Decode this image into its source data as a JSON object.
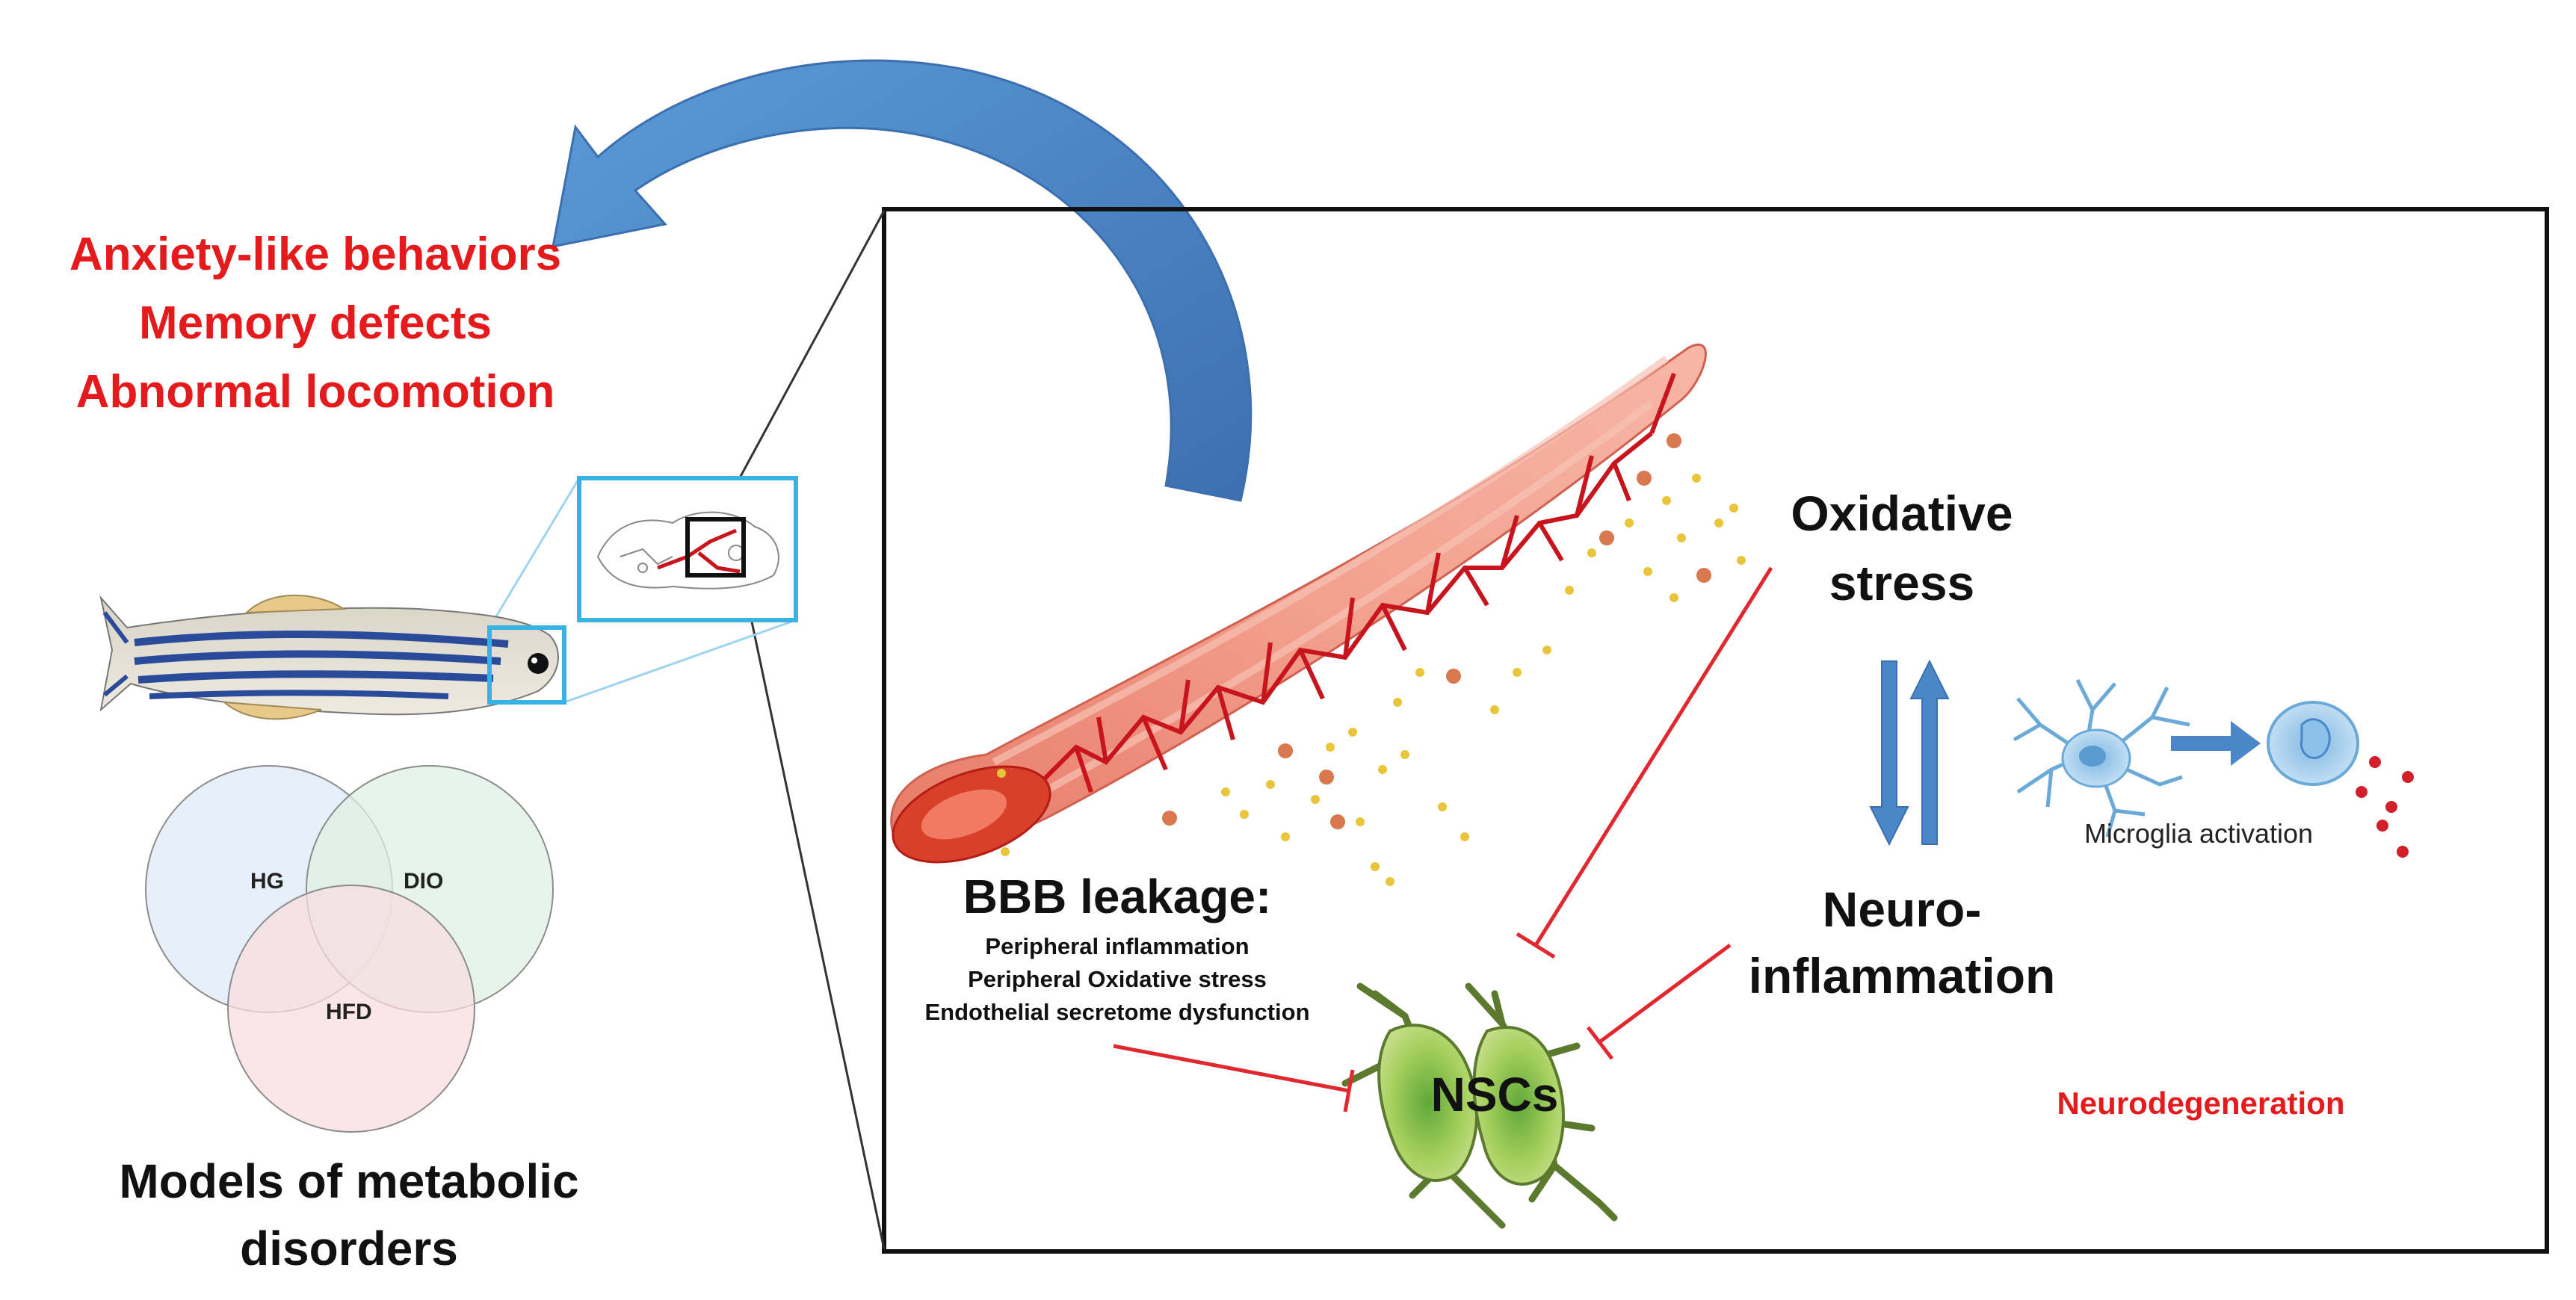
{
  "symptoms": {
    "line1": "Anxiety-like behaviors",
    "line2": "Memory defects",
    "line3": "Abnormal locomotion"
  },
  "models": {
    "venn_labels": {
      "a": "HG",
      "b": "DIO",
      "c": "HFD"
    },
    "caption_line1": "Models of metabolic",
    "caption_line2": "disorders"
  },
  "bbb": {
    "title": "BBB leakage:",
    "items": [
      "Peripheral inflammation",
      "Peripheral Oxidative stress",
      "Endothelial secretome dysfunction"
    ]
  },
  "oxidative": {
    "line1": "Oxidative",
    "line2": "stress"
  },
  "neuro": {
    "line1": "Neuro-",
    "line2": "inflammation"
  },
  "microglia": {
    "label": "Microglia activation"
  },
  "nscs": {
    "label": "NSCs"
  },
  "outcome": {
    "label": "Neurodegeneration"
  },
  "colors": {
    "red_text": "#e41a1c",
    "inhibit_line": "#e0282e",
    "arrow_blue": "#4a86c8",
    "zoom_box": "#36b3e3",
    "vessel": "#e88a78",
    "vessel_vein": "#c8141c",
    "nsc_green": "#9cc84a",
    "venn_blue": "#dfe9f5",
    "venn_green": "#dff0e4",
    "venn_pink": "#f8dde0"
  }
}
